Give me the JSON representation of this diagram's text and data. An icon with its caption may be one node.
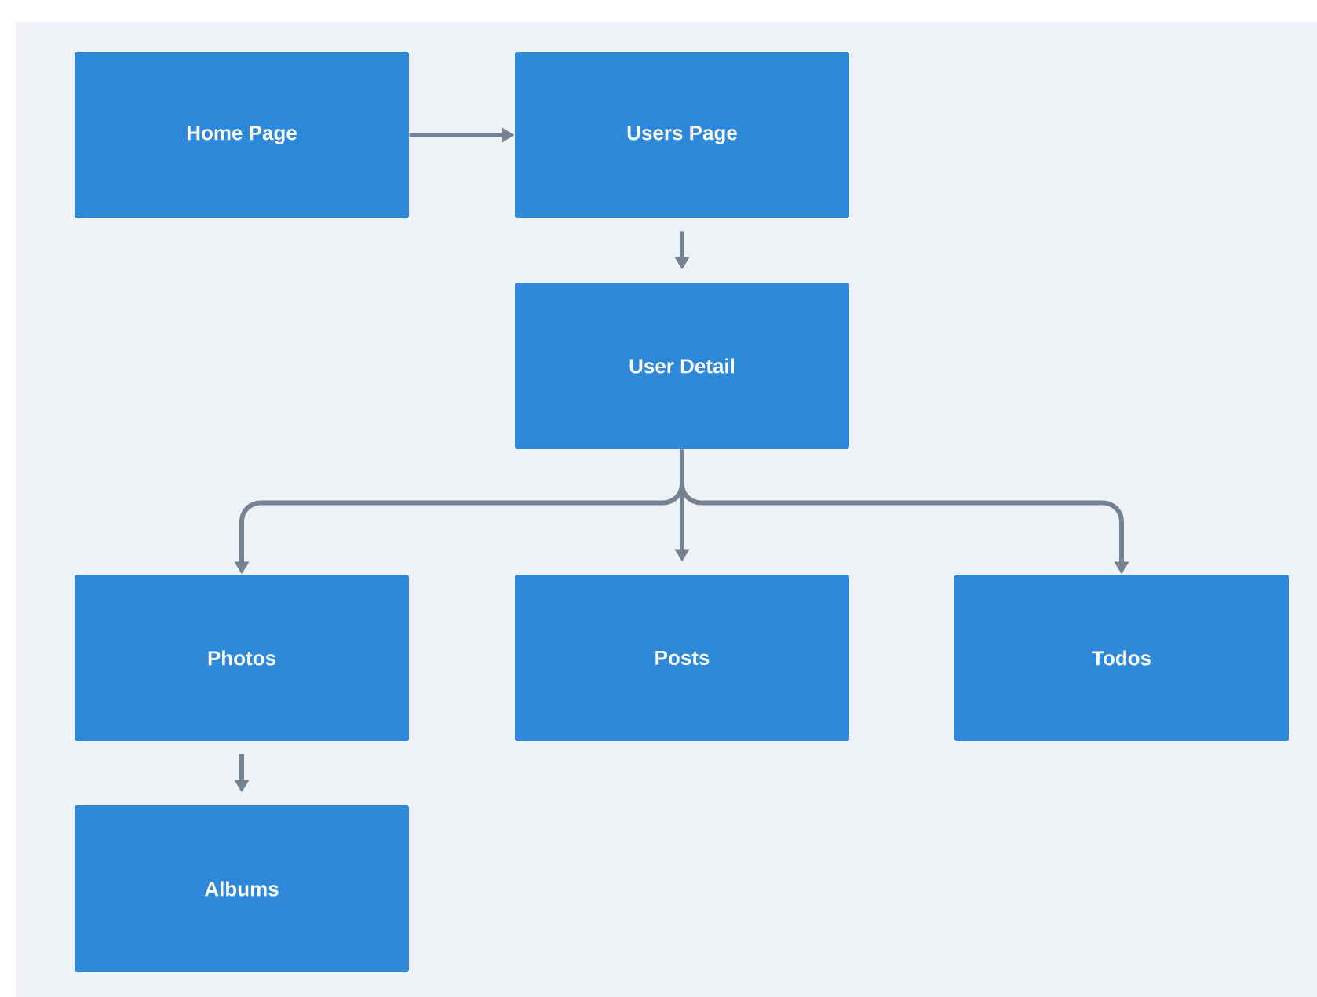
{
  "diagram": {
    "nodes": [
      {
        "text": [
          "Home Page"
        ]
      },
      {
        "text": [
          "Users Page"
        ]
      },
      {
        "text": [
          "User Detail"
        ]
      },
      {
        "text": [
          "Photos"
        ]
      },
      {
        "text": [
          "Posts"
        ]
      },
      {
        "text": [
          "Todos"
        ]
      },
      {
        "text": [
          "Albums"
        ]
      }
    ],
    "edges": [
      {
        "from": 0,
        "to": 1,
        "arrow": "to"
      },
      {
        "from": 1,
        "to": 2,
        "arrow": "to"
      },
      {
        "from": 2,
        "to": 3,
        "arrow": "to"
      },
      {
        "from": 2,
        "to": 4,
        "arrow": "to"
      },
      {
        "from": 2,
        "to": 5,
        "arrow": "to"
      },
      {
        "from": 3,
        "to": 6,
        "arrow": "to"
      }
    ]
  }
}
